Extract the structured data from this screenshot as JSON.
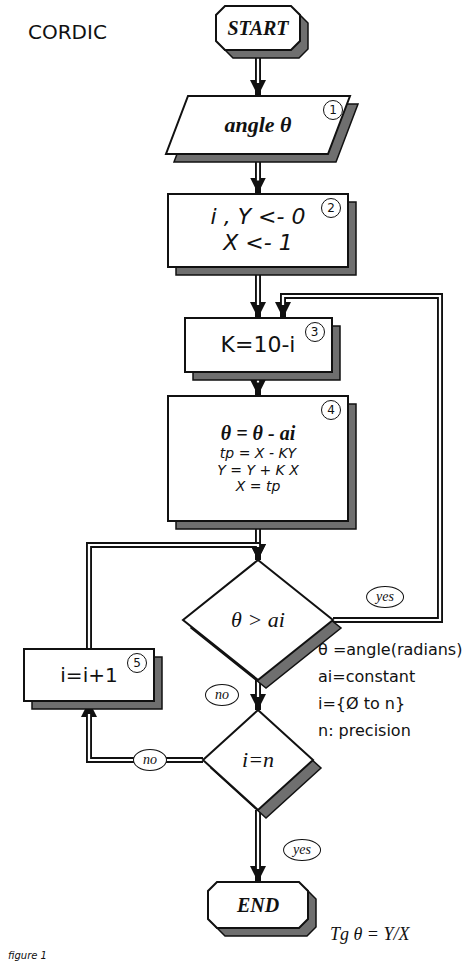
{
  "diagram": {
    "title": "CORDIC",
    "caption": "figure 1",
    "nodes": [
      {
        "text": [
          "START"
        ]
      },
      {
        "text": [
          "angle θ",
          "1"
        ]
      },
      {
        "text": [
          "i , Y <- 0",
          "X <- 1",
          "2"
        ]
      },
      {
        "text": [
          "K=10-i",
          "3"
        ]
      },
      {
        "text": [
          "θ = θ - ai",
          "tp = X - KY",
          "Y = Y + K X",
          "X = tp",
          "4"
        ]
      },
      {
        "text": [
          "θ > ai"
        ]
      },
      {
        "text": [
          "i=i+1",
          "5"
        ]
      },
      {
        "text": [
          "i=n"
        ]
      },
      {
        "text": [
          "END"
        ]
      }
    ],
    "edges": [
      {
        "from": 0,
        "to": 1,
        "arrow": "to"
      },
      {
        "from": 1,
        "to": 2,
        "arrow": "to"
      },
      {
        "from": 2,
        "to": 3,
        "arrow": "to"
      },
      {
        "from": 3,
        "to": 4,
        "arrow": "to"
      },
      {
        "from": 4,
        "to": 5,
        "arrow": "to"
      },
      {
        "from": 5,
        "to": 3,
        "label": "yes",
        "arrow": "to"
      },
      {
        "from": 5,
        "to": 7,
        "label": "no",
        "arrow": "to"
      },
      {
        "from": 7,
        "to": 6,
        "label": "no",
        "arrow": "to"
      },
      {
        "from": 6,
        "to": 5,
        "arrow": "to"
      },
      {
        "from": 7,
        "to": 8,
        "label": "yes",
        "arrow": "to"
      }
    ],
    "labels": [
      "θ =angle(radians)",
      "ai=constant",
      "i={Ø to n}",
      "n: precision",
      "Tg θ = Y/X"
    ]
  }
}
